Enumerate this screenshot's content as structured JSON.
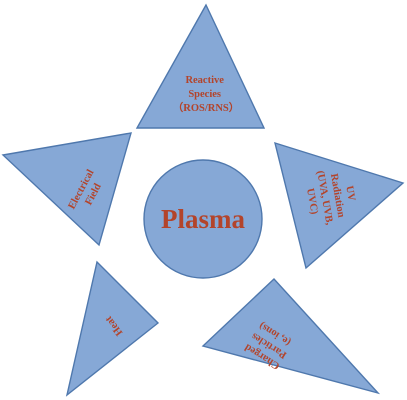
{
  "colors": {
    "shape_fill": "#86a8d6",
    "shape_stroke": "#4f78ad",
    "text": "#b3442b",
    "background": "#ffffff"
  },
  "center": {
    "label": "Plasma"
  },
  "nodes": [
    {
      "name": "reactive-species",
      "lines": [
        "Reactive",
        "Species",
        "（ROS/RNS）"
      ]
    },
    {
      "name": "uv-radiation",
      "lines": [
        "UV",
        "Radiation",
        "(UVA, UVB,",
        "UVC)"
      ]
    },
    {
      "name": "charged-particles",
      "lines": [
        "Charged",
        "Particles",
        "(e, ions)"
      ]
    },
    {
      "name": "heat",
      "lines": [
        "Heat"
      ]
    },
    {
      "name": "electrical-field",
      "lines": [
        "Electrical",
        "Field"
      ]
    }
  ]
}
